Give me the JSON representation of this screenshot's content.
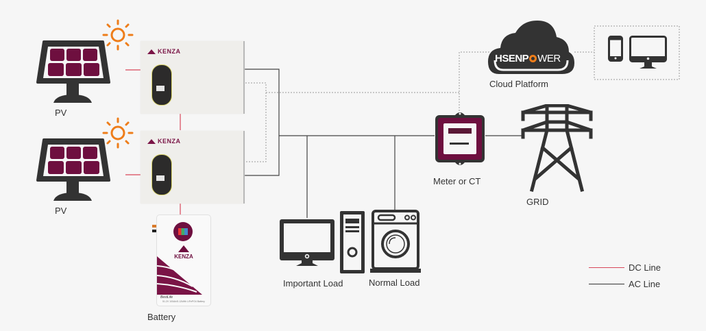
{
  "title": "Hybrid solar inverter system wiring diagram",
  "nodes": {
    "pv_top": {
      "label": "PV"
    },
    "pv_bottom": {
      "label": "PV"
    },
    "inverter_top": {
      "brand": "KENZA"
    },
    "inverter_bottom": {
      "brand": "KENZA"
    },
    "battery": {
      "label": "Battery",
      "brand": "KENZA",
      "sub_brand": "BestLife",
      "spec": "51.2V 100Ah/5.12kWh LiFePO4 Battery"
    },
    "cloud": {
      "logo_text_a": "HSENP",
      "logo_text_b": "WER",
      "label": "Cloud Platform"
    },
    "devices": {
      "items": [
        "smartphone",
        "desktop monitor"
      ]
    },
    "meter": {
      "label": "Meter or CT"
    },
    "grid": {
      "label": "GRID"
    },
    "important_load": {
      "label": "Important Load"
    },
    "normal_load": {
      "label": "Normal Load"
    }
  },
  "legend": {
    "dc": {
      "label": "DC Line",
      "color": "#d9475a"
    },
    "ac": {
      "label": "AC Line",
      "color": "#333333"
    }
  },
  "colors": {
    "accent_maroon": "#6e0f3f",
    "sun_orange": "#ee7d1a",
    "icon_dark": "#333333",
    "comm_dotted": "#9a9a9a"
  }
}
